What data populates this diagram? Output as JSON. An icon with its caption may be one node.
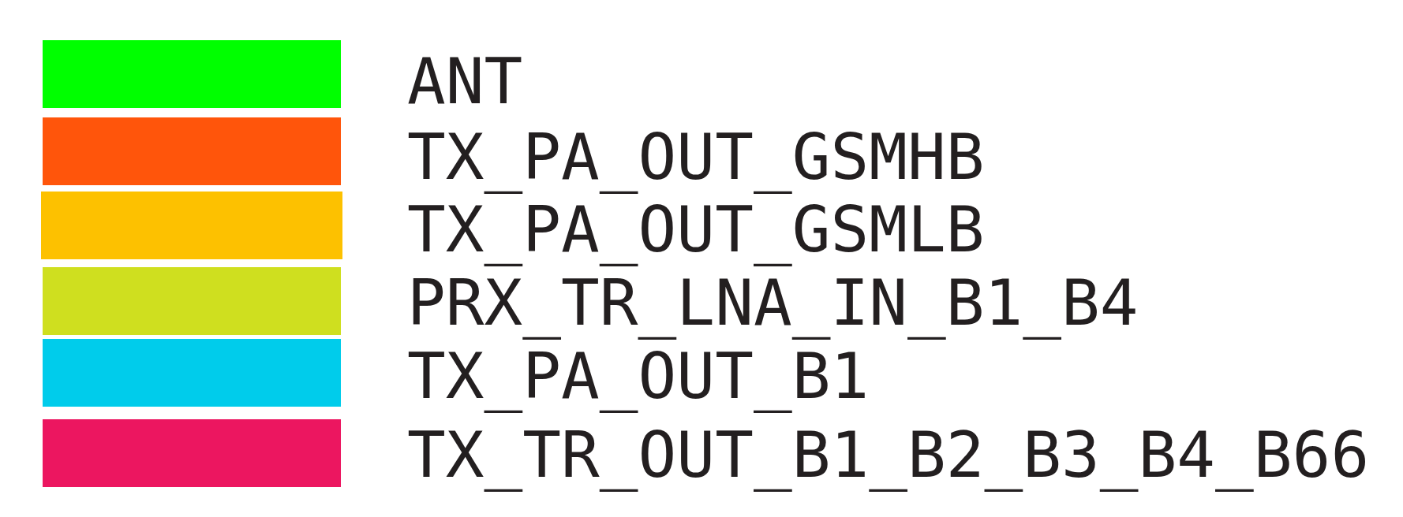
{
  "diagram": {
    "legend": [
      {
        "text": "ANT",
        "color": "#00ff00"
      },
      {
        "text": "TX_PA_OUT_GSMHB",
        "color": "#ff550b"
      },
      {
        "text": "TX_PA_OUT_GSMLB",
        "color": "#fdc100"
      },
      {
        "text": "PRX_TR_LNA_IN_B1_B4",
        "color": "#cfdf1f"
      },
      {
        "text": "TX_PA_OUT_B1",
        "color": "#00cceb"
      },
      {
        "text": "TX_TR_OUT_B1_B2_B3_B4_B66",
        "color": "#ec1660"
      }
    ]
  }
}
